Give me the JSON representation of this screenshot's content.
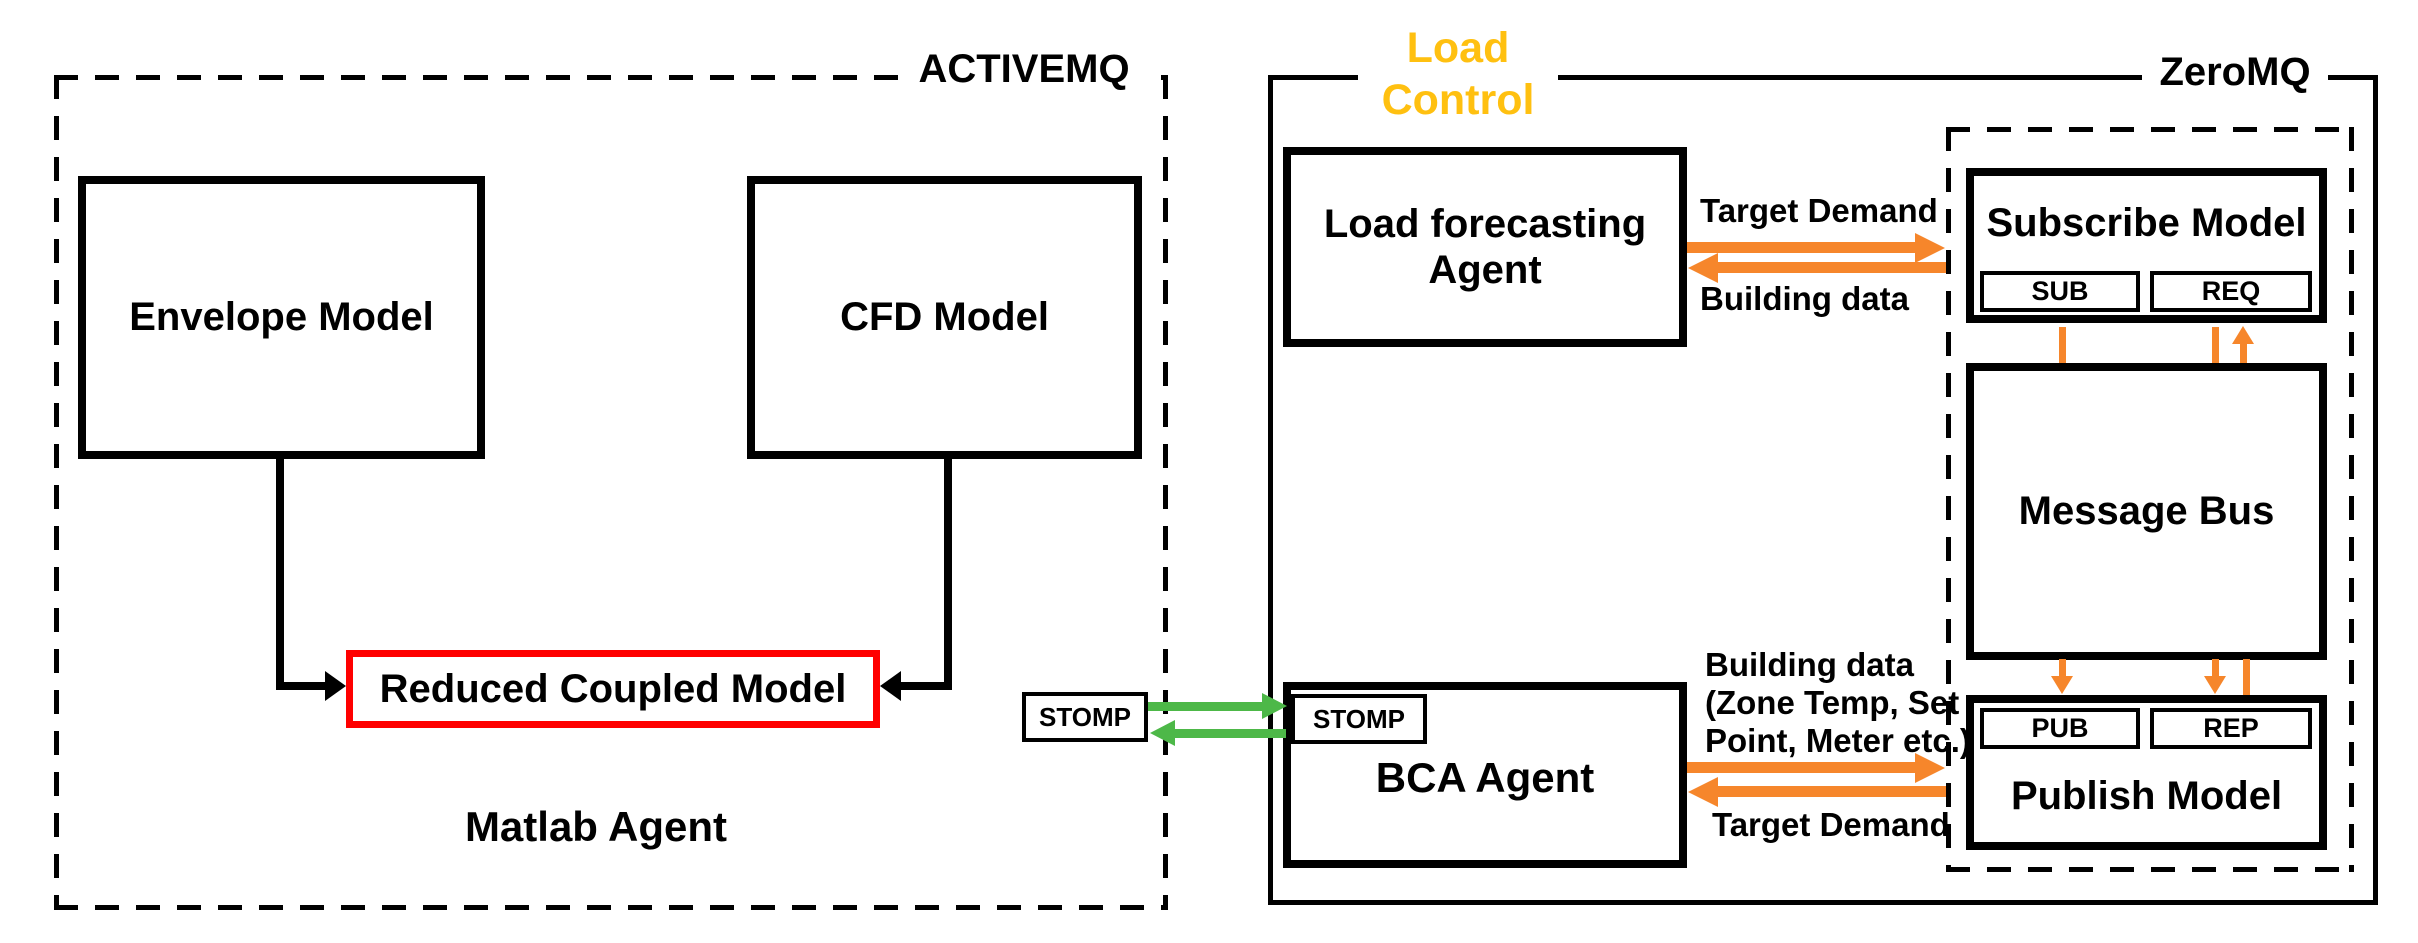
{
  "colors": {
    "arrow_orange": "#F6862B",
    "arrow_green": "#4DB848",
    "load_control_yellow": "#FFC010",
    "reduced_box_red": "#FF0000",
    "ink_black": "#000000"
  },
  "activemq": {
    "label": "ACTIVEMQ",
    "envelope_box": "Envelope Model",
    "cfd_box": "CFD Model",
    "reduced_box": "Reduced Coupled Model",
    "agent_caption": "Matlab Agent",
    "stomp_external": "STOMP"
  },
  "load_control": {
    "line1": "Load",
    "line2": "Control"
  },
  "zeromq": {
    "label": "ZeroMQ",
    "load_forecasting_line1": "Load forecasting",
    "load_forecasting_line2": "Agent",
    "bca_label": "BCA Agent",
    "bca_stomp": "STOMP",
    "subscribe_title": "Subscribe Model",
    "subscribe_ports": [
      "SUB",
      "REQ"
    ],
    "message_bus": "Message Bus",
    "publish_title": "Publish Model",
    "publish_ports": [
      "PUB",
      "REP"
    ],
    "top_arrow_label_right": "Target Demand",
    "top_arrow_label_left": "Building data",
    "bottom_arrow_label_line1": "Building data",
    "bottom_arrow_label_line2": "(Zone Temp, Set",
    "bottom_arrow_label_line3": "Point, Meter etc.)",
    "bottom_arrow_label_left": "Target Demand"
  }
}
